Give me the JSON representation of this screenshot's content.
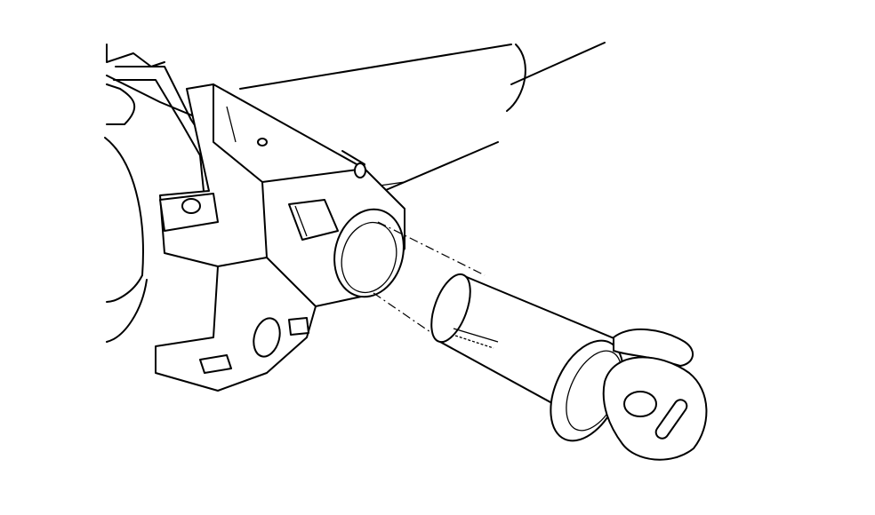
{
  "diagram": {
    "subject_parts": [
      "steering-column",
      "lock-housing",
      "lock-cylinder",
      "key"
    ],
    "colors": {
      "line": "#000000",
      "background": "#ffffff"
    }
  }
}
